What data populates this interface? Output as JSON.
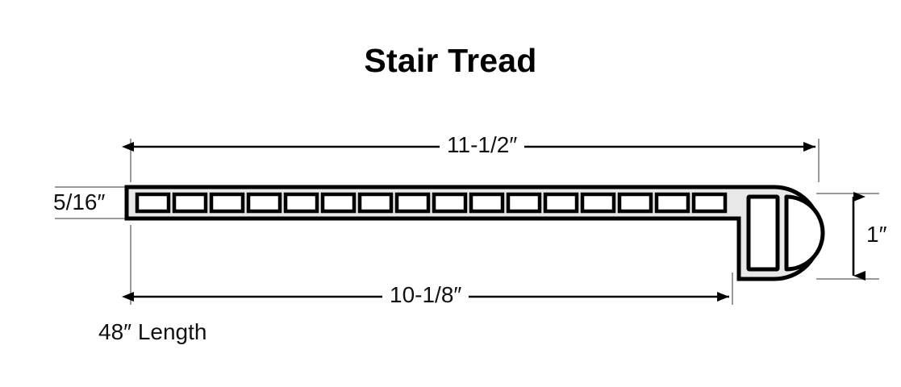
{
  "drawing": {
    "title": "Stair Tread",
    "caption": "48″ Length",
    "dimensions": {
      "overall_width": "11-1/2″",
      "body_width": "10-1/8″",
      "thickness": "5/16″",
      "nose_height": "1″"
    },
    "profile": {
      "slot_count": 16,
      "nose_voids": 2
    },
    "colors": {
      "outline": "#000000",
      "body_fill": "#e8e8e8",
      "void_fill": "#ffffff",
      "extension_line": "#9a9a9a",
      "background": "#ffffff",
      "text": "#111111"
    }
  }
}
